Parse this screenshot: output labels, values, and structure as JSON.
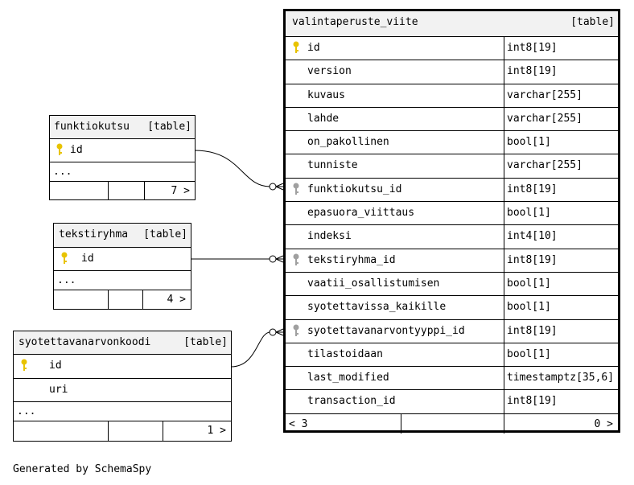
{
  "main_table": {
    "name": "valintaperuste_viite",
    "tag": "[table]",
    "columns": [
      {
        "name": "id",
        "type": "int8[19]",
        "key": "primary"
      },
      {
        "name": "version",
        "type": "int8[19]",
        "key": ""
      },
      {
        "name": "kuvaus",
        "type": "varchar[255]",
        "key": ""
      },
      {
        "name": "lahde",
        "type": "varchar[255]",
        "key": ""
      },
      {
        "name": "on_pakollinen",
        "type": "bool[1]",
        "key": ""
      },
      {
        "name": "tunniste",
        "type": "varchar[255]",
        "key": ""
      },
      {
        "name": "funktiokutsu_id",
        "type": "int8[19]",
        "key": "foreign"
      },
      {
        "name": "epasuora_viittaus",
        "type": "bool[1]",
        "key": ""
      },
      {
        "name": "indeksi",
        "type": "int4[10]",
        "key": ""
      },
      {
        "name": "tekstiryhma_id",
        "type": "int8[19]",
        "key": "foreign"
      },
      {
        "name": "vaatii_osallistumisen",
        "type": "bool[1]",
        "key": ""
      },
      {
        "name": "syotettavissa_kaikille",
        "type": "bool[1]",
        "key": ""
      },
      {
        "name": "syotettavanarvontyyppi_id",
        "type": "int8[19]",
        "key": "foreign"
      },
      {
        "name": "tilastoidaan",
        "type": "bool[1]",
        "key": ""
      },
      {
        "name": "last_modified",
        "type": "timestamptz[35,6]",
        "key": ""
      },
      {
        "name": "transaction_id",
        "type": "int8[19]",
        "key": ""
      }
    ],
    "footer": {
      "parents": "< 3",
      "children": "0 >"
    }
  },
  "related_tables": [
    {
      "name": "funktiokutsu",
      "tag": "[table]",
      "columns": [
        {
          "name": "id",
          "key": "primary"
        }
      ],
      "ellipsis": "...",
      "children": "7 >"
    },
    {
      "name": "tekstiryhma",
      "tag": "[table]",
      "columns": [
        {
          "name": "id",
          "key": "primary"
        }
      ],
      "ellipsis": "...",
      "children": "4 >"
    },
    {
      "name": "syotettavanarvonkoodi",
      "tag": "[table]",
      "columns": [
        {
          "name": "id",
          "key": "primary"
        },
        {
          "name": "uri",
          "key": ""
        }
      ],
      "ellipsis": "...",
      "children": "1 >"
    }
  ],
  "colors": {
    "primary_key": "#e8c300",
    "foreign_key": "#a0a0a0",
    "header_bg": "#f2f2f2"
  },
  "caption": "Generated by SchemaSpy"
}
